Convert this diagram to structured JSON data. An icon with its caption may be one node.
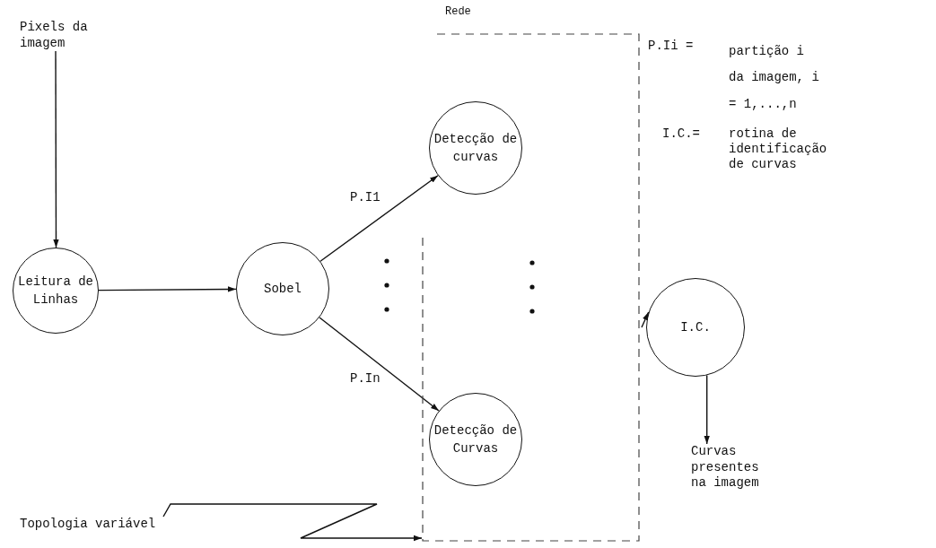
{
  "diagram": {
    "nodes": [
      {
        "text": [
          "Pixels da imagem"
        ]
      },
      {
        "text": [
          "Leitura de Linhas"
        ]
      },
      {
        "text": [
          "Sobel"
        ]
      },
      {
        "text": [
          "Rede"
        ]
      },
      {
        "text": [
          "Detecção de curvas"
        ],
        "in": 3
      },
      {
        "text": [
          "Detecção de Curvas"
        ],
        "in": 3
      },
      {
        "text": [
          "I.C."
        ]
      },
      {
        "text": [
          "Curvas presentes na imagem"
        ]
      },
      {
        "text": [
          "Topologia variável"
        ]
      }
    ],
    "edges": [
      {
        "from": 0,
        "to": 1,
        "arrow": "to"
      },
      {
        "from": 1,
        "to": 2,
        "arrow": "to"
      },
      {
        "from": 2,
        "to": 4,
        "arrow": "to",
        "label": "P.I1"
      },
      {
        "from": 2,
        "to": 5,
        "arrow": "to",
        "label": "P.In"
      },
      {
        "from": 3,
        "to": 6,
        "arrow": "to"
      },
      {
        "from": 6,
        "to": 7,
        "arrow": "to"
      },
      {
        "from": 8,
        "to": 3,
        "arrow": "to"
      }
    ],
    "labels": [
      "P.Ii =",
      "partição i da imagem, i = 1,...,n",
      "I.C.=",
      "rotina de identificação de curvas"
    ]
  }
}
